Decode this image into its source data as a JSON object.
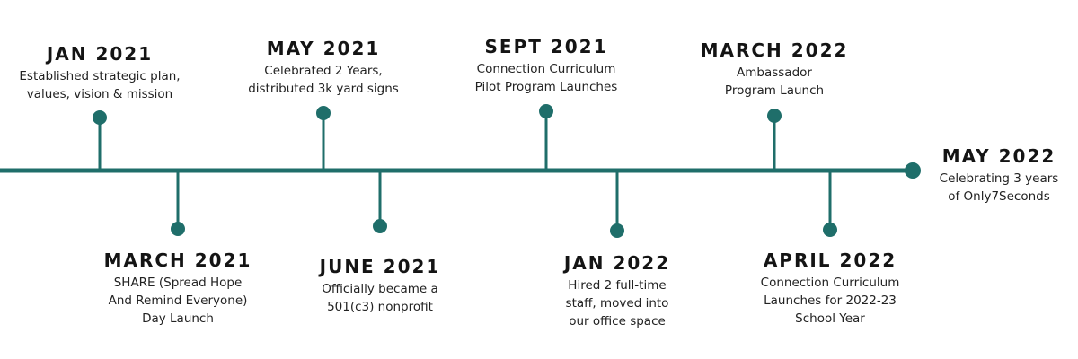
{
  "colors": {
    "line": "#1f6e6a",
    "text": "#141414",
    "background": "#ffffff"
  },
  "events": [
    {
      "date": "JAN 2021",
      "desc": [
        "Established strategic plan,",
        "values, vision & mission"
      ]
    },
    {
      "date": "MAY 2021",
      "desc": [
        "Celebrated 2 Years,",
        "distributed 3k yard signs"
      ]
    },
    {
      "date": "SEPT 2021",
      "desc": [
        "Connection Curriculum",
        "Pilot Program Launches"
      ]
    },
    {
      "date": "MARCH 2022",
      "desc": [
        "Ambassador",
        "Program Launch"
      ]
    },
    {
      "date": "MARCH 2021",
      "desc": [
        "SHARE (Spread Hope",
        "And Remind Everyone)",
        "Day Launch"
      ]
    },
    {
      "date": "JUNE 2021",
      "desc": [
        "Officially became a",
        "501(c3) nonprofit"
      ]
    },
    {
      "date": "JAN 2022",
      "desc": [
        "Hired 2 full-time",
        "staff, moved into",
        "our office space"
      ]
    },
    {
      "date": "APRIL 2022",
      "desc": [
        "Connection Curriculum",
        "Launches for 2022-23",
        "School Year"
      ]
    }
  ],
  "end_event": {
    "date": "MAY 2022",
    "desc": [
      "Celebrating 3 years",
      "of Only7Seconds"
    ]
  }
}
